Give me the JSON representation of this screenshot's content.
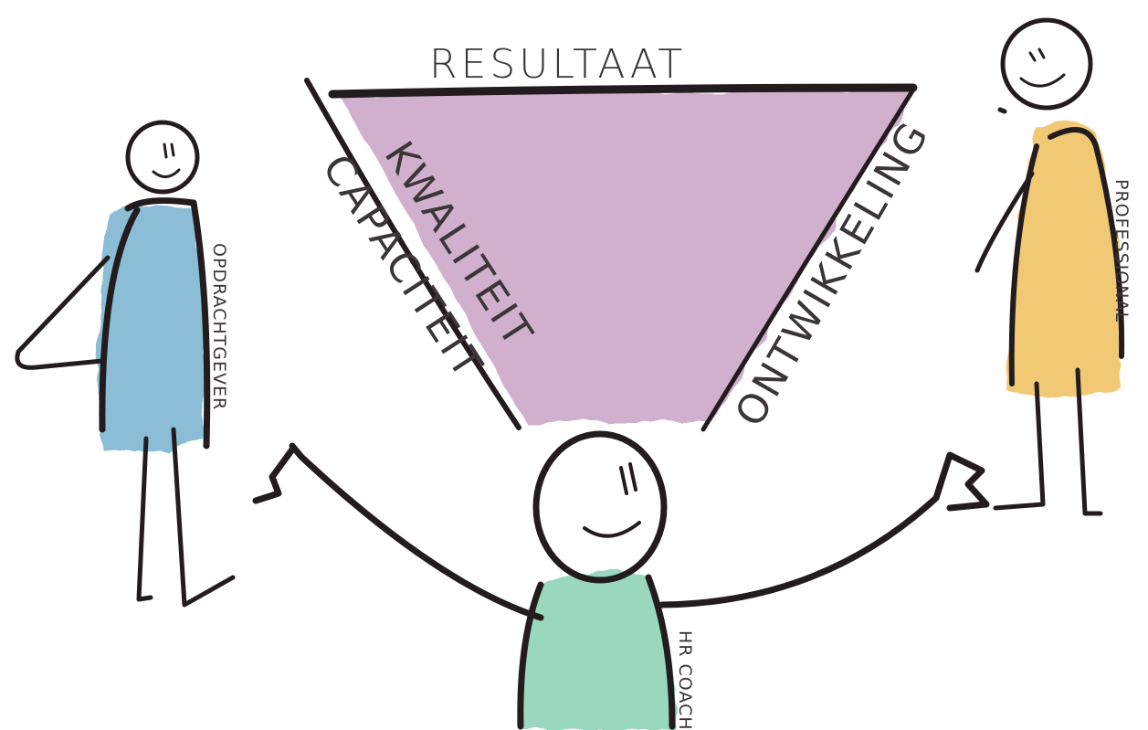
{
  "triangle": {
    "top_label": "RESULTAAT",
    "left_outer_label": "CAPACITEIT",
    "left_inner_label": "KWALITEIT",
    "right_label": "ONTWIKKELING",
    "fill_color": "#c9a3c5"
  },
  "people": {
    "left": {
      "label": "OPDRACHTGEVER",
      "color": "#7fb7d2"
    },
    "center": {
      "label": "HR COACH",
      "color": "#8fd3b8"
    },
    "right": {
      "label": "PROFESSIONAL",
      "color": "#f0c466"
    }
  }
}
